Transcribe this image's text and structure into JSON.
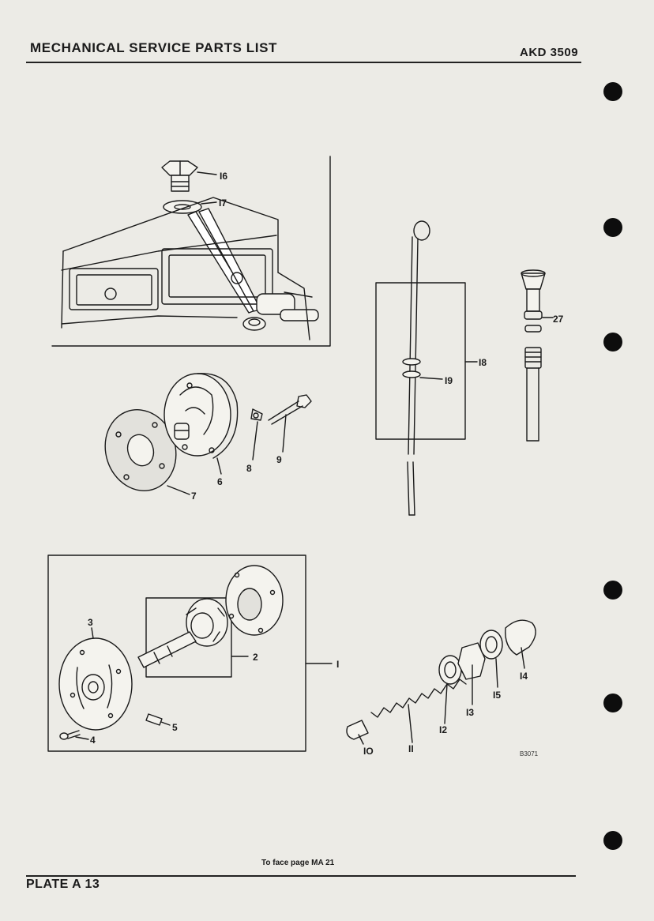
{
  "header": {
    "title": "MECHANICAL SERVICE PARTS LIST",
    "code": "AKD 3509"
  },
  "footer": {
    "plate": "PLATE A 13",
    "caption": "To face page MA 21"
  },
  "drawing_ref": "B3071",
  "callouts": {
    "c1": "I",
    "c2": "2",
    "c3": "3",
    "c4": "4",
    "c5": "5",
    "c6": "6",
    "c7": "7",
    "c8": "8",
    "c9": "9",
    "c10": "IO",
    "c11": "II",
    "c12": "I2",
    "c13": "I3",
    "c14": "I4",
    "c15": "I5",
    "c16": "I6",
    "c17": "I7",
    "c18": "I8",
    "c19": "I9",
    "c27": "27"
  }
}
